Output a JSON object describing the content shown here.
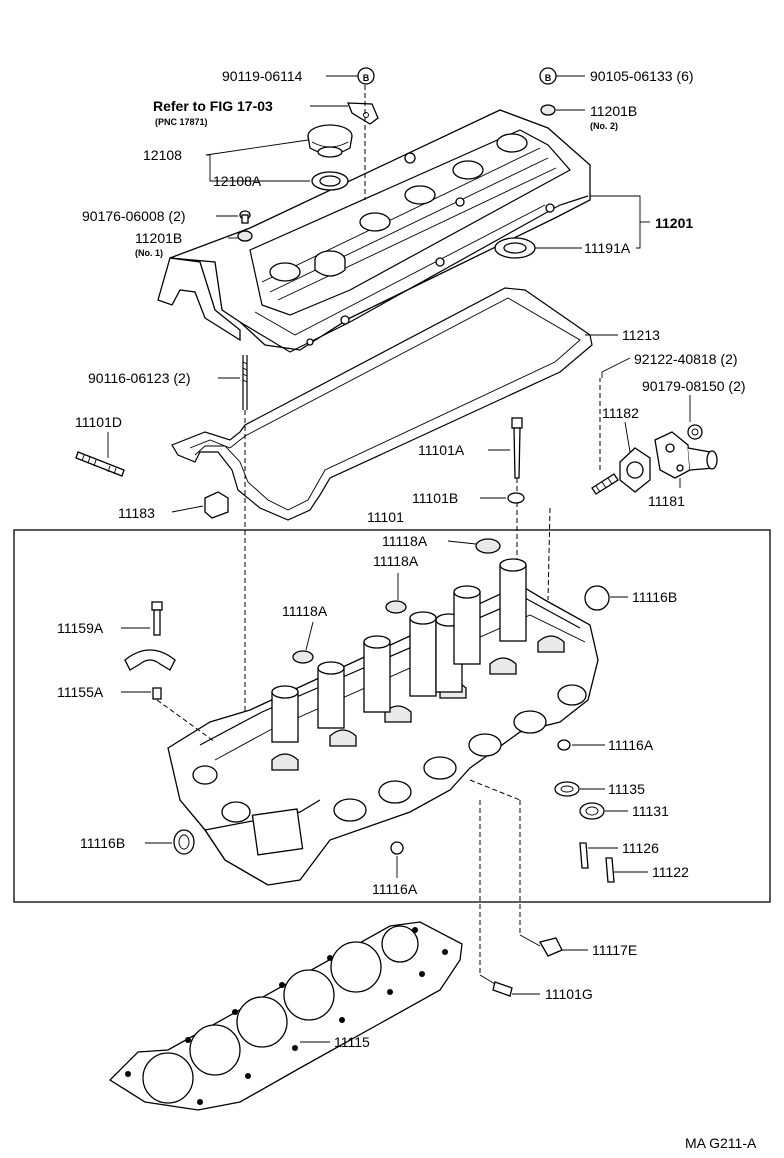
{
  "diagram_code": "MA G211-A",
  "labels": {
    "p90119": "90119-06114",
    "p90105": "90105-06133 (6)",
    "refer": "Refer to FIG 17-03",
    "pnc": "(PNC 17871)",
    "p11201b_no2": "11201B",
    "no2": "(No. 2)",
    "p12108": "12108",
    "p12108a": "12108A",
    "p90176": "90176-06008 (2)",
    "p11201b_no1": "11201B",
    "no1": "(No. 1)",
    "p11201": "11201",
    "p11191a": "11191A",
    "p11213": "11213",
    "p90116": "90116-06123 (2)",
    "p92122": "92122-40818 (2)",
    "p90179": "90179-08150 (2)",
    "p11101d": "11101D",
    "p11182": "11182",
    "p11101a": "11101A",
    "p11101b": "11101B",
    "p11181": "11181",
    "p11183": "11183",
    "p11101": "11101",
    "p11118a_1": "11118A",
    "p11118a_2": "11118A",
    "p11118a_3": "11118A",
    "p11116b_1": "11116B",
    "p11159a": "11159A",
    "p11155a": "11155A",
    "p11116a_1": "11116A",
    "p11135": "11135",
    "p11131": "11131",
    "p11116b_2": "11116B",
    "p11126": "11126",
    "p11122": "11122",
    "p11116a_2": "11116A",
    "p11117e": "11117E",
    "p11101g": "11101G",
    "p11115": "11115",
    "badge_b": "B"
  },
  "icons": {
    "cover": "valve-cover-icon",
    "head": "cylinder-head-icon",
    "gasket": "head-gasket-icon"
  }
}
